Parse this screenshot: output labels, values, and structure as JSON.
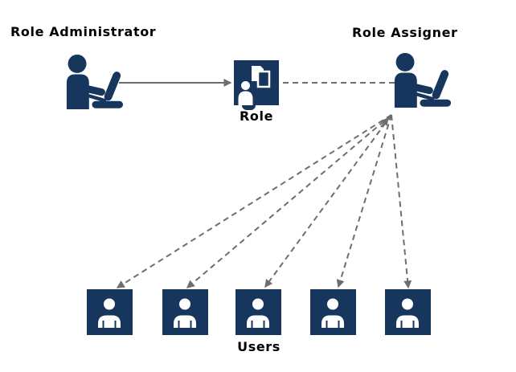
{
  "diagram": {
    "type": "role-assignment-flow",
    "nodes": {
      "role_administrator": {
        "label": "Role Administrator",
        "icon": "person-at-laptop-icon"
      },
      "role_assigner": {
        "label": "Role Assigner",
        "icon": "person-at-laptop-icon"
      },
      "role": {
        "label": "Role",
        "icon": "documents-and-person-icon"
      },
      "users": {
        "label": "Users",
        "icon": "user-silhouette-icon",
        "count": 5
      }
    },
    "connections": [
      {
        "from": "Role Administrator",
        "to": "Role",
        "line": "solid",
        "arrowhead": "at-role"
      },
      {
        "from": "Role",
        "to": "Role Assigner",
        "line": "dashed",
        "arrowhead": "at-assigner"
      },
      {
        "from": "Role Assigner",
        "to": "User 1",
        "line": "dashed",
        "arrowhead": "at-user"
      },
      {
        "from": "Role Assigner",
        "to": "User 2",
        "line": "dashed",
        "arrowhead": "at-user"
      },
      {
        "from": "Role Assigner",
        "to": "User 3",
        "line": "dashed",
        "arrowhead": "at-user"
      },
      {
        "from": "Role Assigner",
        "to": "User 4",
        "line": "dashed",
        "arrowhead": "at-user"
      },
      {
        "from": "Role Assigner",
        "to": "User 5",
        "line": "dashed",
        "arrowhead": "at-user"
      }
    ],
    "colors": {
      "node_navy": "#17365D",
      "icon_white": "#ffffff",
      "connector_gray": "#6E6E6E",
      "label_text": "#000000",
      "background": "#ffffff"
    }
  }
}
